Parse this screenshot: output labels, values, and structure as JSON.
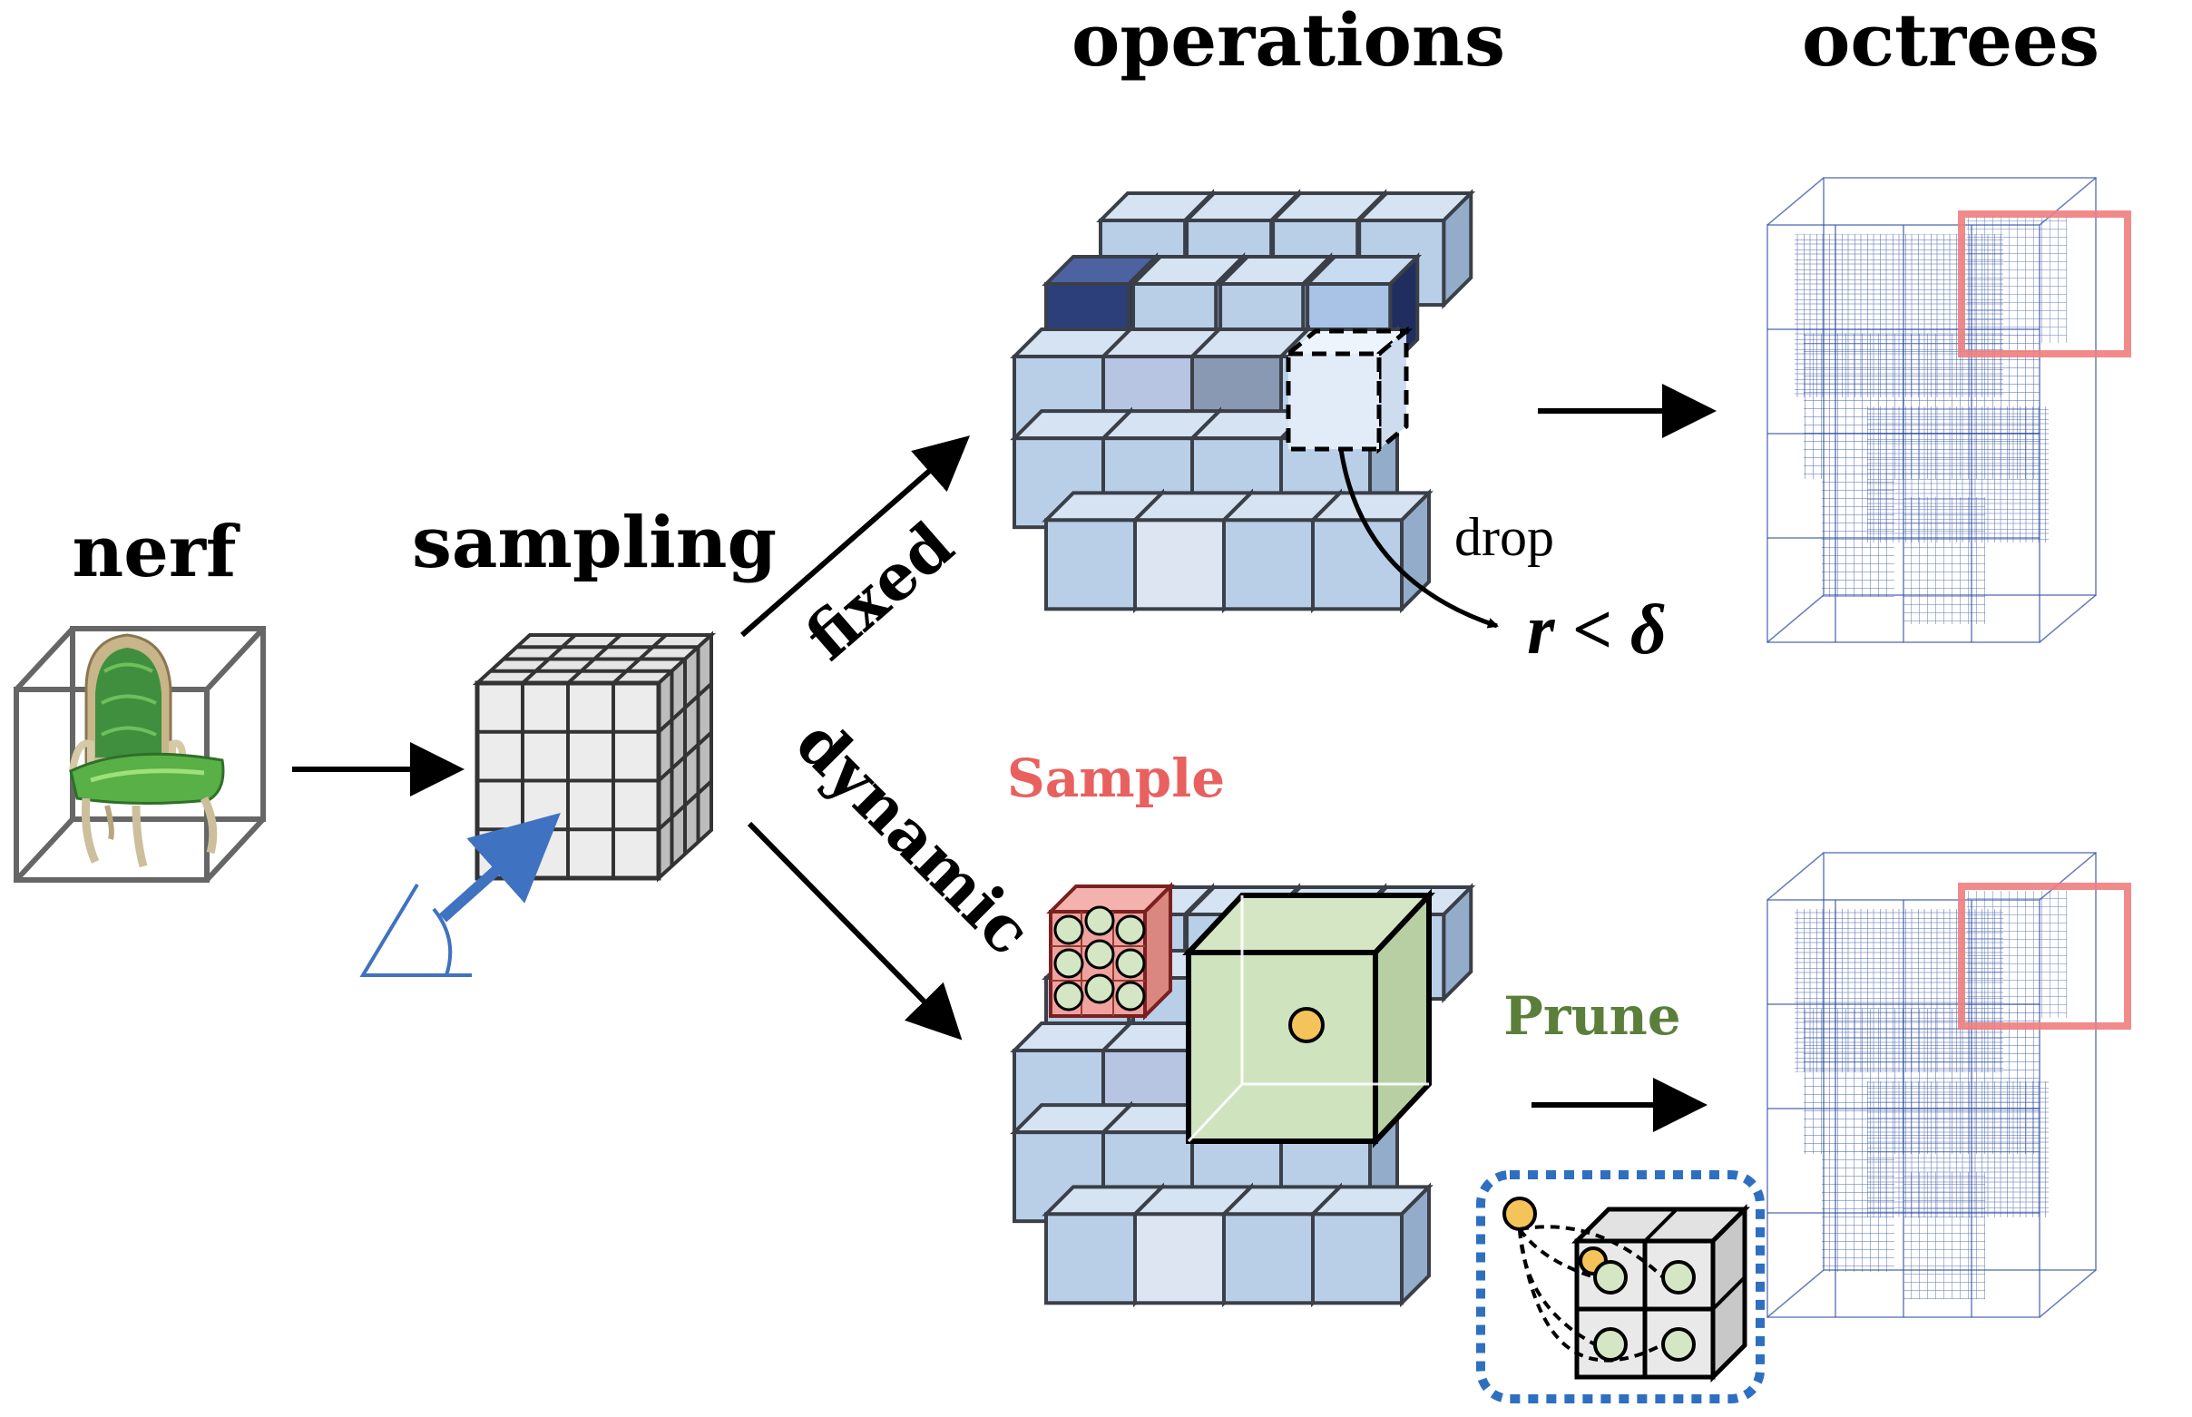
{
  "labels": {
    "nerf": "nerf",
    "sampling": "sampling",
    "operations": "operations",
    "octrees": "octrees",
    "fixed": "fixed",
    "dynamic": "dynamic",
    "drop": "drop",
    "condition": "r < δ",
    "sample": "Sample",
    "prune": "Prune"
  },
  "colors": {
    "sample": "#e8615f",
    "prune": "#5b7f3a",
    "octree": "#2b4aa0",
    "highlight": "#f07e7e",
    "dotted_box": "#2f6fc0",
    "view_arrow": "#3f72c0"
  },
  "icons": [
    "chair-image",
    "eye-icon"
  ]
}
